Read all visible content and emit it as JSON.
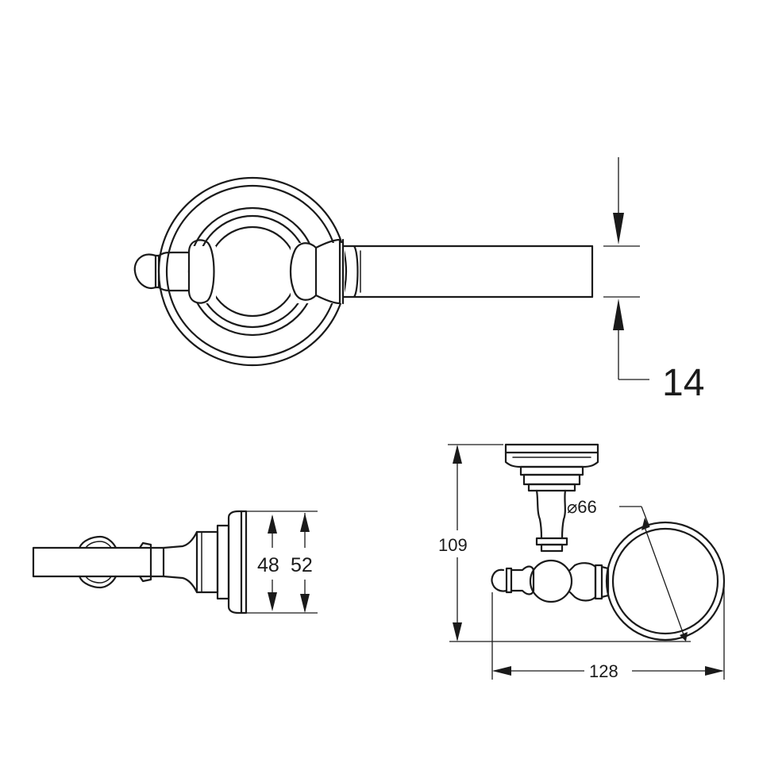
{
  "drawing": {
    "views": [
      "front",
      "side",
      "top"
    ],
    "dimensions": {
      "bar_thickness": "14",
      "flange_inner": "48",
      "flange_outer": "52",
      "height": "109",
      "ring_diameter": "⌀66",
      "width": "128"
    }
  },
  "colors": {
    "stroke": "#1a1a1a",
    "background": "#ffffff"
  }
}
